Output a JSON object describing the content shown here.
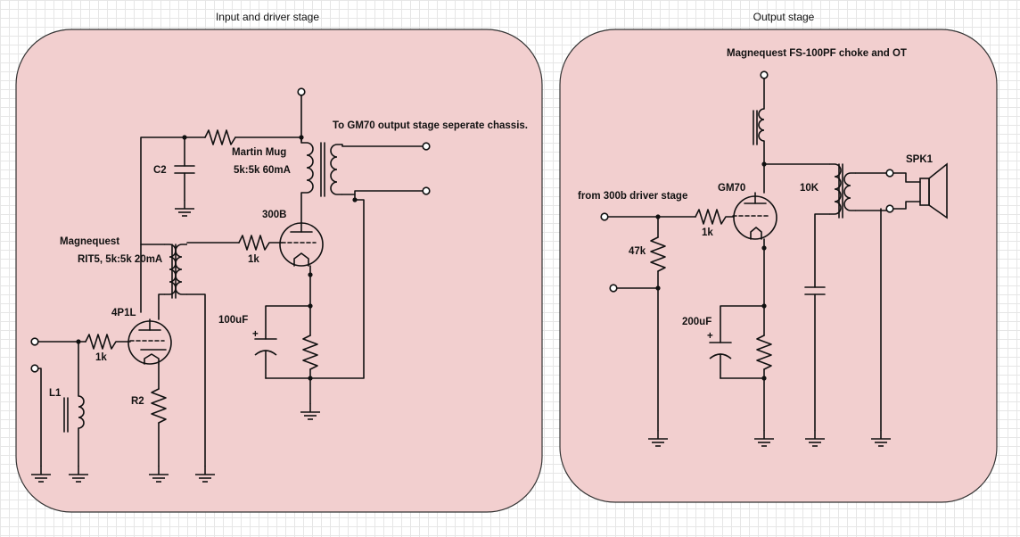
{
  "panels": {
    "input": {
      "title": "Input and driver stage"
    },
    "output": {
      "title": "Output stage"
    }
  },
  "labels": {
    "to_gm70": "To GM70 output stage seperate chassis.",
    "martin_mug_1": "Martin Mug",
    "martin_mug_2": "5k:5k 60mA",
    "c2": "C2",
    "tube_300b": "300B",
    "magnequest_1": "Magnequest",
    "magnequest_2": "RIT5, 5k:5k 20mA",
    "r_1k_a": "1k",
    "tube_4p1l": "4P1L",
    "r_1k_b": "1k",
    "cap_100uf": "100uF",
    "l1": "L1",
    "r2": "R2",
    "fs100pf": "Magnequest FS-100PF choke and OT",
    "spk1": "SPK1",
    "gm70": "GM70",
    "r_10k": "10K",
    "from_300b": "from 300b driver stage",
    "r_1k_c": "1k",
    "r_47k": "47k",
    "cap_200uf": "200uF"
  },
  "colors": {
    "panel_fill": "#f2cfcf",
    "wire": "#111111",
    "grid": "#e6e6e6"
  }
}
